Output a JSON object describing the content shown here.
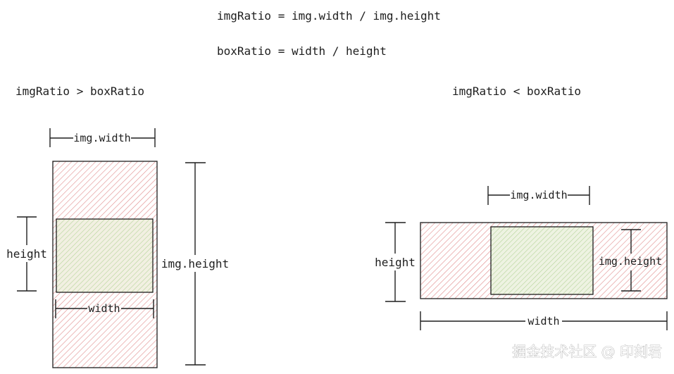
{
  "formulas": {
    "img_ratio": "imgRatio = img.width / img.height",
    "box_ratio": "boxRatio = width / height"
  },
  "left_case": {
    "title": "imgRatio > boxRatio",
    "img_width": "img.width",
    "img_height": "img.height",
    "height": "height",
    "width": "width"
  },
  "right_case": {
    "title": "imgRatio < boxRatio",
    "img_width": "img.width",
    "img_height": "img.height",
    "height": "height",
    "width": "width"
  },
  "watermark": "掘金技术社区 @ 印刻君",
  "colors": {
    "image_hatch": "#e08a8a",
    "box_hatch": "#a8c98a",
    "stroke": "#1e1e1e"
  }
}
